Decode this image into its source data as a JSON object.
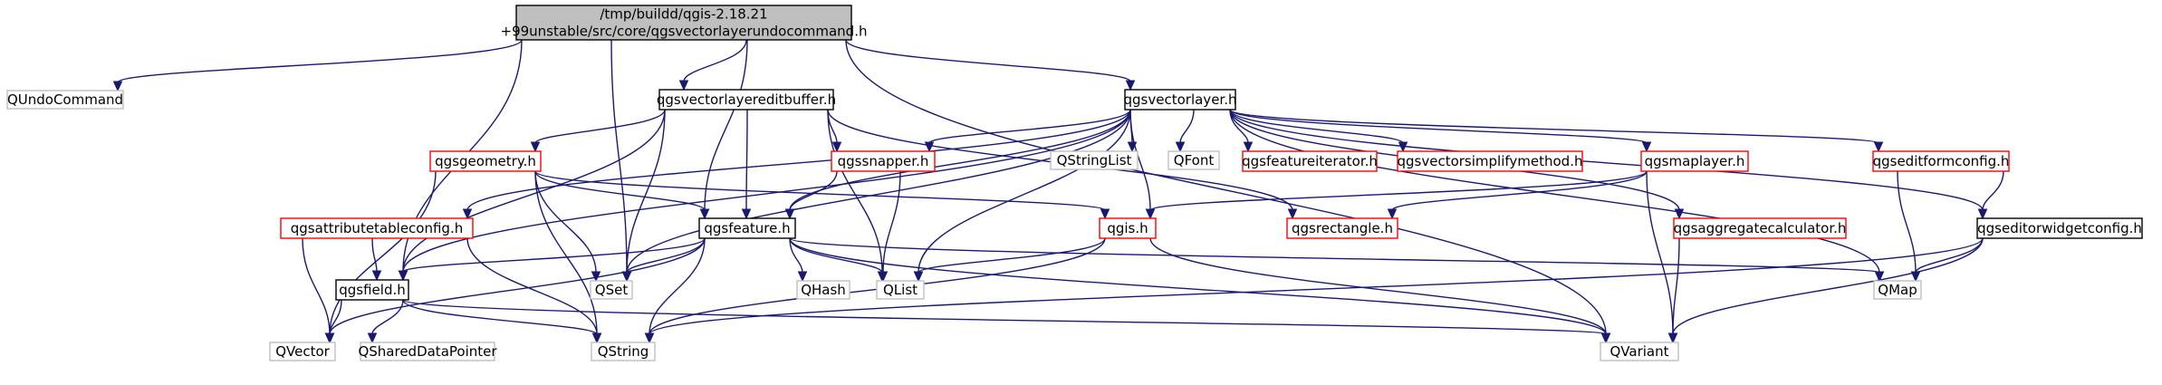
{
  "colors": {
    "edge": "#191970",
    "root_fill": "#bfbfbf",
    "root_border": "#000000",
    "documented_border": "#000000",
    "undocumented_border": "#ff0000",
    "external_border": "#bfbfbf",
    "external_text": "#555555"
  },
  "nodes": [
    {
      "id": "root",
      "lines": [
        "/tmp/buildd/qgis-2.18.21",
        "+99unstable/src/core/qgsvectorlayerundocommand.h"
      ],
      "style": "root"
    },
    {
      "id": "qundocommand",
      "lines": [
        "QUndoCommand"
      ],
      "style": "external"
    },
    {
      "id": "editbuffer",
      "lines": [
        "qgsvectorlayereditbuffer.h"
      ],
      "style": "documented"
    },
    {
      "id": "vectorlayer",
      "lines": [
        "qgsvectorlayer.h"
      ],
      "style": "documented"
    },
    {
      "id": "geometry",
      "lines": [
        "qgsgeometry.h"
      ],
      "style": "undocumented"
    },
    {
      "id": "snapper",
      "lines": [
        "qgssnapper.h"
      ],
      "style": "undocumented"
    },
    {
      "id": "qstringlist",
      "lines": [
        "QStringList"
      ],
      "style": "external"
    },
    {
      "id": "qfont",
      "lines": [
        "QFont"
      ],
      "style": "external"
    },
    {
      "id": "featureiterator",
      "lines": [
        "qgsfeatureiterator.h"
      ],
      "style": "undocumented"
    },
    {
      "id": "simplify",
      "lines": [
        "qgsvectorsimplifymethod.h"
      ],
      "style": "undocumented"
    },
    {
      "id": "maplayer",
      "lines": [
        "qgsmaplayer.h"
      ],
      "style": "undocumented"
    },
    {
      "id": "editformconfig",
      "lines": [
        "qgseditformconfig.h"
      ],
      "style": "undocumented"
    },
    {
      "id": "attrtable",
      "lines": [
        "qgsattributetableconfig.h"
      ],
      "style": "undocumented"
    },
    {
      "id": "feature",
      "lines": [
        "qgsfeature.h"
      ],
      "style": "documented"
    },
    {
      "id": "qgis",
      "lines": [
        "qgis.h"
      ],
      "style": "undocumented"
    },
    {
      "id": "rectangle",
      "lines": [
        "qgsrectangle.h"
      ],
      "style": "undocumented"
    },
    {
      "id": "aggregate",
      "lines": [
        "qgsaggregatecalculator.h"
      ],
      "style": "undocumented"
    },
    {
      "id": "widgetconfig",
      "lines": [
        "qgseditorwidgetconfig.h"
      ],
      "style": "documented"
    },
    {
      "id": "field",
      "lines": [
        "qgsfield.h"
      ],
      "style": "documented"
    },
    {
      "id": "qset",
      "lines": [
        "QSet"
      ],
      "style": "external"
    },
    {
      "id": "qhash",
      "lines": [
        "QHash"
      ],
      "style": "external"
    },
    {
      "id": "qlist",
      "lines": [
        "QList"
      ],
      "style": "external"
    },
    {
      "id": "qmap",
      "lines": [
        "QMap"
      ],
      "style": "external"
    },
    {
      "id": "qvector",
      "lines": [
        "QVector"
      ],
      "style": "external"
    },
    {
      "id": "qshared",
      "lines": [
        "QSharedDataPointer"
      ],
      "style": "external"
    },
    {
      "id": "qstring",
      "lines": [
        "QString"
      ],
      "style": "external"
    },
    {
      "id": "qvariant",
      "lines": [
        "QVariant"
      ],
      "style": "external"
    }
  ],
  "edges": [
    [
      "root",
      "qundocommand"
    ],
    [
      "root",
      "editbuffer"
    ],
    [
      "root",
      "vectorlayer"
    ],
    [
      "root",
      "feature"
    ],
    [
      "root",
      "field"
    ],
    [
      "root",
      "qset"
    ],
    [
      "root",
      "qvariant"
    ],
    [
      "editbuffer",
      "geometry"
    ],
    [
      "editbuffer",
      "snapper"
    ],
    [
      "editbuffer",
      "feature"
    ],
    [
      "editbuffer",
      "field"
    ],
    [
      "editbuffer",
      "qset"
    ],
    [
      "editbuffer",
      "qlist"
    ],
    [
      "editbuffer",
      "rectangle"
    ],
    [
      "vectorlayer",
      "qstringlist"
    ],
    [
      "vectorlayer",
      "qfont"
    ],
    [
      "vectorlayer",
      "featureiterator"
    ],
    [
      "vectorlayer",
      "simplify"
    ],
    [
      "vectorlayer",
      "maplayer"
    ],
    [
      "vectorlayer",
      "editformconfig"
    ],
    [
      "vectorlayer",
      "snapper"
    ],
    [
      "vectorlayer",
      "attrtable"
    ],
    [
      "vectorlayer",
      "feature"
    ],
    [
      "vectorlayer",
      "field"
    ],
    [
      "vectorlayer",
      "qset"
    ],
    [
      "vectorlayer",
      "qlist"
    ],
    [
      "vectorlayer",
      "qgis"
    ],
    [
      "vectorlayer",
      "aggregate"
    ],
    [
      "vectorlayer",
      "widgetconfig"
    ],
    [
      "vectorlayer",
      "qmap"
    ],
    [
      "geometry",
      "feature"
    ],
    [
      "geometry",
      "qgis"
    ],
    [
      "geometry",
      "qset"
    ],
    [
      "geometry",
      "qstring"
    ],
    [
      "geometry",
      "qvector"
    ],
    [
      "snapper",
      "feature"
    ],
    [
      "snapper",
      "qlist"
    ],
    [
      "maplayer",
      "qgis"
    ],
    [
      "maplayer",
      "rectangle"
    ],
    [
      "maplayer",
      "qvariant"
    ],
    [
      "editformconfig",
      "widgetconfig"
    ],
    [
      "editformconfig",
      "qmap"
    ],
    [
      "attrtable",
      "field"
    ],
    [
      "attrtable",
      "qvector"
    ],
    [
      "attrtable",
      "qstring"
    ],
    [
      "feature",
      "field"
    ],
    [
      "feature",
      "qset"
    ],
    [
      "feature",
      "qhash"
    ],
    [
      "feature",
      "qlist"
    ],
    [
      "feature",
      "qmap"
    ],
    [
      "feature",
      "qvector"
    ],
    [
      "feature",
      "qstring"
    ],
    [
      "feature",
      "qvariant"
    ],
    [
      "qgis",
      "qlist"
    ],
    [
      "qgis",
      "qstring"
    ],
    [
      "qgis",
      "qvariant"
    ],
    [
      "aggregate",
      "qvariant"
    ],
    [
      "widgetconfig",
      "qmap"
    ],
    [
      "widgetconfig",
      "qvariant"
    ],
    [
      "widgetconfig",
      "qstring"
    ],
    [
      "field",
      "qvector"
    ],
    [
      "field",
      "qshared"
    ],
    [
      "field",
      "qstring"
    ],
    [
      "field",
      "qvariant"
    ]
  ]
}
